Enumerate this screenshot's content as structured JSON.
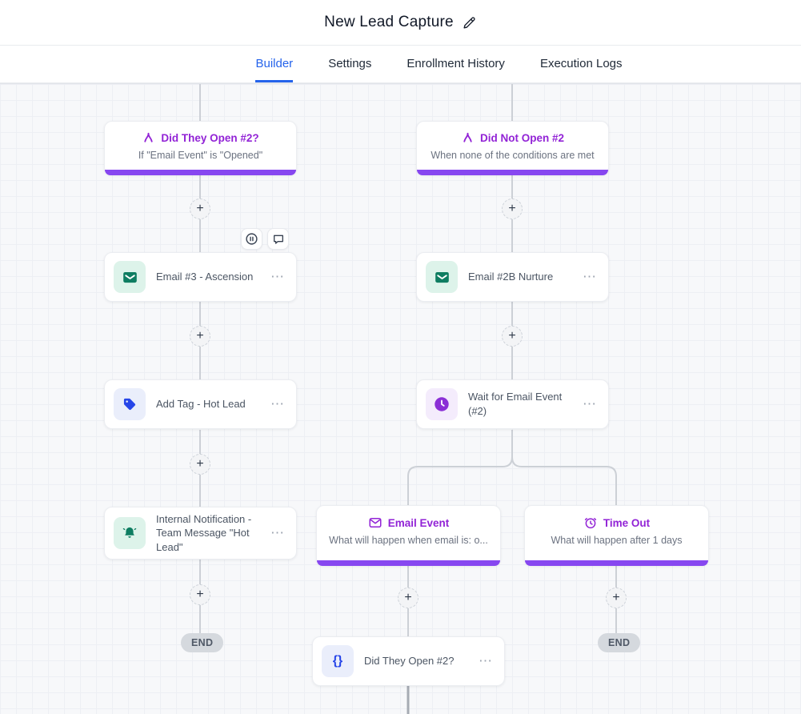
{
  "header": {
    "title": "New Lead Capture"
  },
  "tabs": [
    {
      "label": "Builder",
      "active": true
    },
    {
      "label": "Settings",
      "active": false
    },
    {
      "label": "Enrollment History",
      "active": false
    },
    {
      "label": "Execution Logs",
      "active": false
    }
  ],
  "icons": {
    "menu": "⋯",
    "plus": "+",
    "braces": "{}"
  },
  "nodes": {
    "did_they_open": {
      "title": "Did They Open #2?",
      "subtitle": "If \"Email Event\" is \"Opened\""
    },
    "did_not_open": {
      "title": "Did Not Open #2",
      "subtitle": "When none of the conditions are met"
    },
    "email_3": {
      "label": "Email #3 - Ascension"
    },
    "email_2b": {
      "label": "Email #2B Nurture"
    },
    "add_tag": {
      "label": "Add Tag - Hot Lead"
    },
    "wait_event": {
      "label": "Wait for Email Event (#2)"
    },
    "internal_notification": {
      "label": "Internal Notification - Team Message \"Hot Lead\""
    },
    "email_event": {
      "title": "Email Event",
      "subtitle": "What will happen when email is: o..."
    },
    "time_out": {
      "title": "Time Out",
      "subtitle": "What will happen after 1 days"
    },
    "did_they_open_action": {
      "label": "Did They Open #2?"
    },
    "end_label": "END"
  },
  "colors": {
    "tab_active": "#2563eb",
    "condition_title": "#9223d6",
    "condition_bar": "#8747f0",
    "icon_green": "#0e7d61",
    "icon_blue": "#2746e8",
    "icon_purple": "#8b2fd6",
    "connector": "#ccd0d6"
  }
}
